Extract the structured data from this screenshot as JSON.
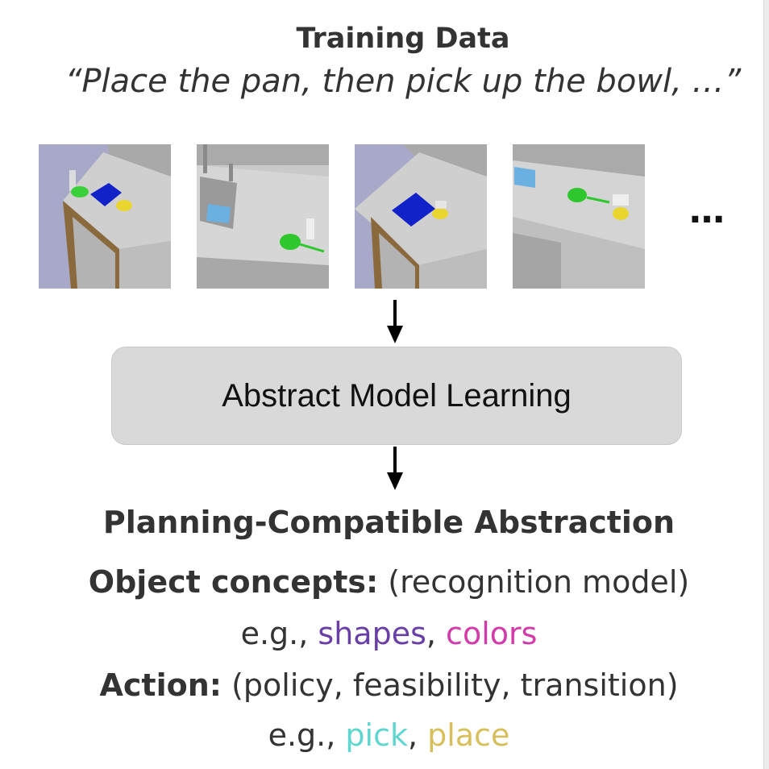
{
  "header": {
    "title": "Training Data",
    "quote": "“Place the pan, then pick up the bowl, …”"
  },
  "frames": [
    {
      "scene": "robot-kitchen-frame-1"
    },
    {
      "scene": "robot-kitchen-frame-2"
    },
    {
      "scene": "robot-kitchen-frame-3"
    },
    {
      "scene": "robot-kitchen-frame-4"
    }
  ],
  "ellipsis": "…",
  "process_box": {
    "label": "Abstract Model Learning"
  },
  "output": {
    "heading": "Planning-Compatible Abstraction",
    "object_concepts": {
      "label": "Object concepts:",
      "detail": "(recognition model)",
      "example_prefix": "e.g., ",
      "example_1": "shapes",
      "separator": ", ",
      "example_2": "colors"
    },
    "action": {
      "label": "Action:",
      "detail": "(policy, feasibility, transition)",
      "example_prefix": "e.g., ",
      "example_1": "pick",
      "separator": ", ",
      "example_2": "place"
    }
  },
  "colors": {
    "shapes": "#6a3ea7",
    "colors": "#d23ba9",
    "pick": "#5fd6cf",
    "place": "#d7c05c",
    "box_fill": "#d9d9d9"
  }
}
